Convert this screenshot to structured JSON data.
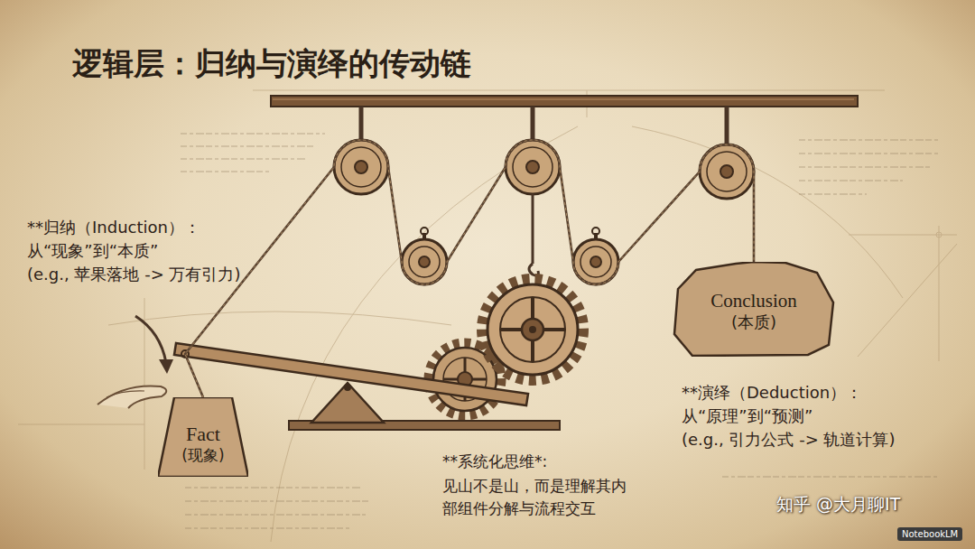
{
  "diagram": {
    "title": "逻辑层：归纳与演绎的传动链",
    "nodes": [
      {
        "text": [
          "Fact",
          "(现象)"
        ]
      },
      {
        "text": [
          "Conclusion",
          "(本质)"
        ]
      }
    ],
    "edges": [
      {
        "from": 0,
        "to": 1,
        "arrow": "none"
      }
    ],
    "labels": [
      "**归纳（Induction）：",
      "从“现象”到“本质”",
      "(e.g., 苹果落地 -> 万有引力)",
      "**演绎（Deduction）：",
      "从“原理”到“预测”",
      "(e.g., 引力公式 -> 轨道计算)",
      "**系统化思维*:",
      "见山不是山，而是理解其内部组件分解与流程交互",
      "知乎 @大月聊IT",
      "NotebookLM"
    ]
  }
}
